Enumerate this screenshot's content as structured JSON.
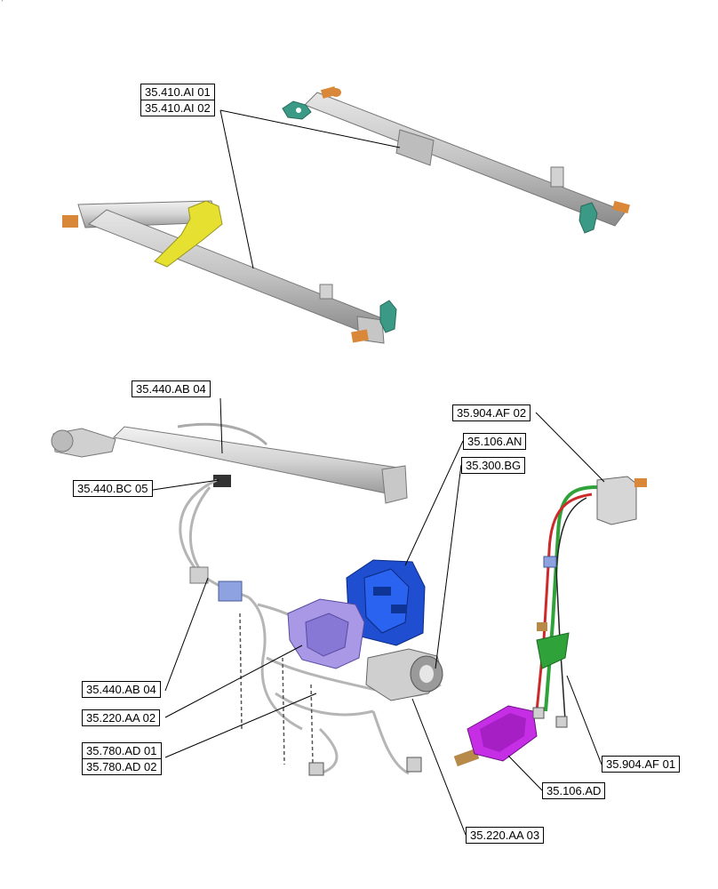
{
  "diagram": {
    "corner_mark": "'",
    "callouts": {
      "c_410_ai_01": "35.410.AI 01",
      "c_410_ai_02": "35.410.AI 02",
      "c_440_ab_04_top": "35.440.AB 04",
      "c_440_bc_05": "35.440.BC 05",
      "c_106_an": "35.106.AN",
      "c_300_bg": "35.300.BG",
      "c_904_af_02": "35.904.AF 02",
      "c_440_ab_04_bottom": "35.440.AB 04",
      "c_220_aa_02": "35.220.AA 02",
      "c_780_ad_01": "35.780.AD 01",
      "c_780_ad_02": "35.780.AD 02",
      "c_904_af_01": "35.904.AF 01",
      "c_106_ad": "35.106.AD",
      "c_220_aa_03": "35.220.AA 03"
    },
    "colors": {
      "cylinder": "#c9c9c9",
      "cylinder_dark": "#8f8f8f",
      "pin": "#d9883a",
      "bracket_teal": "#3a9a86",
      "bracket_yellow": "#e6e030",
      "pump_blue": "#1f4fd0",
      "valve_lavender": "#a898e6",
      "solenoid_magenta": "#c62ee6",
      "hose_green": "#2fa33a",
      "wire_red": "#cc2a2a"
    }
  }
}
